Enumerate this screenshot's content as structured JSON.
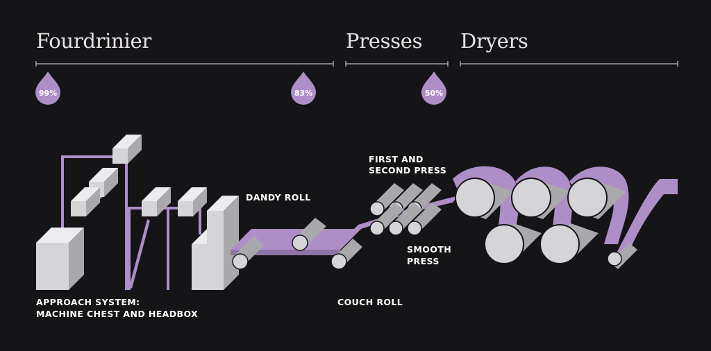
{
  "colors": {
    "background": "#151416",
    "accent": "#ad8ec7",
    "machine_face": "#d5d5d7",
    "machine_side": "#a9a9ac",
    "machine_top": "#ececee",
    "text": "#e6e2e6"
  },
  "sections": [
    {
      "title": "Fourdrinier"
    },
    {
      "title": "Presses"
    },
    {
      "title": "Dryers"
    }
  ],
  "moisture": [
    {
      "value": "99%"
    },
    {
      "value": "83%"
    },
    {
      "value": "50%"
    }
  ],
  "labels": {
    "approach_line1": "APPROACH SYSTEM:",
    "approach_line2": "MACHINE CHEST AND HEADBOX",
    "dandy_roll": "DANDY ROLL",
    "couch_roll": "COUCH ROLL",
    "first_second_line1": "FIRST AND",
    "first_second_line2": "SECOND PRESS",
    "smooth_line1": "SMOOTH",
    "smooth_line2": "PRESS"
  }
}
